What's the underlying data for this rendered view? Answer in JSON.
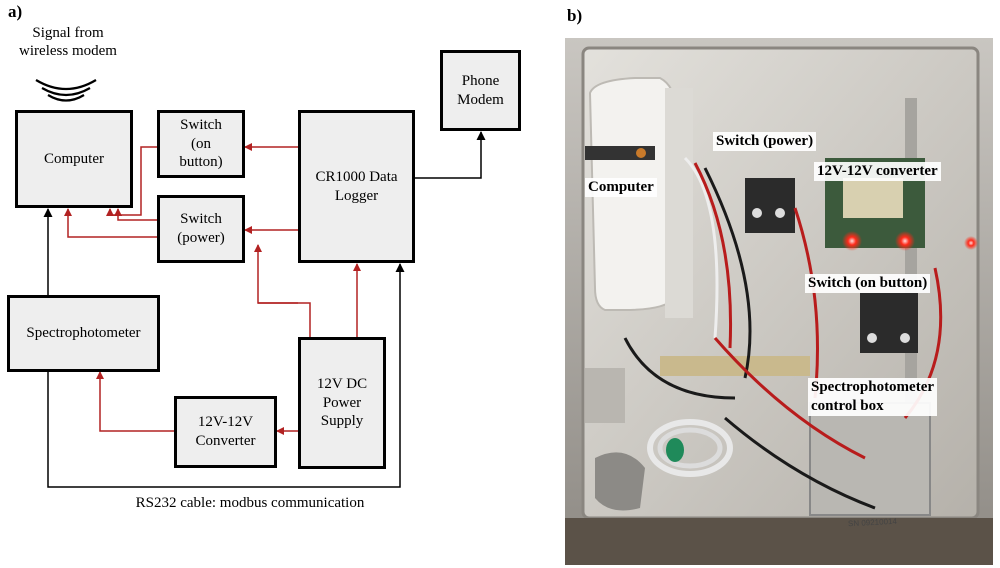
{
  "panel_a": {
    "label": "a)",
    "signal_caption": "Signal from\nwireless modem",
    "cable_caption": "RS232 cable: modbus communication",
    "boxes": {
      "computer": "Computer",
      "switch_on": "Switch\n(on\nbutton)",
      "switch_power": "Switch\n(power)",
      "data_logger": "CR1000 Data\nLogger",
      "phone_modem": "Phone\nModem",
      "spectrophotometer": "Spectrophotometer",
      "converter": "12V-12V\nConverter",
      "power_supply": "12V DC\nPower\nSupply"
    },
    "colors": {
      "power_wire": "#b22222",
      "signal_wire": "#000000",
      "box_fill": "#eeeeee"
    }
  },
  "panel_b": {
    "label": "b)",
    "annotations": {
      "computer": "Computer",
      "switch_power": "Switch (power)",
      "converter": "12V-12V converter",
      "switch_on": "Switch (on button)",
      "control_box": "Spectrophotometer\ncontrol box",
      "serial_number": "SN 09210014"
    }
  }
}
